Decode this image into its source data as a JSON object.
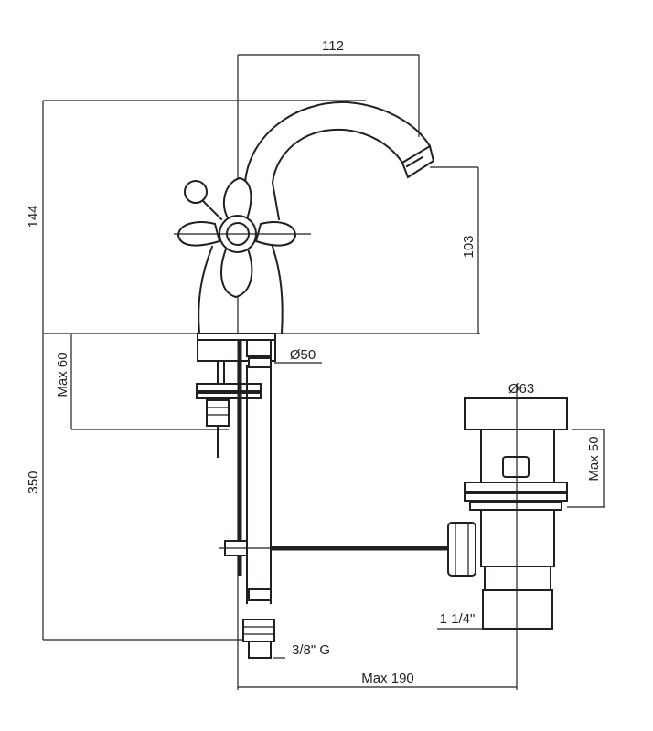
{
  "dimensions": {
    "width_top": "112",
    "height_overall": "144",
    "spout_height": "103",
    "max_deck": "Max 60",
    "shank_length": "350",
    "base_diameter": "Ø50",
    "waste_diameter": "Ø63",
    "waste_max": "Max 50",
    "waste_thread": "1 1/4\"",
    "inlet_thread": "3/8\" G",
    "max_reach": "Max 190"
  },
  "colors": {
    "ink": "#231f20",
    "background": "#ffffff"
  }
}
